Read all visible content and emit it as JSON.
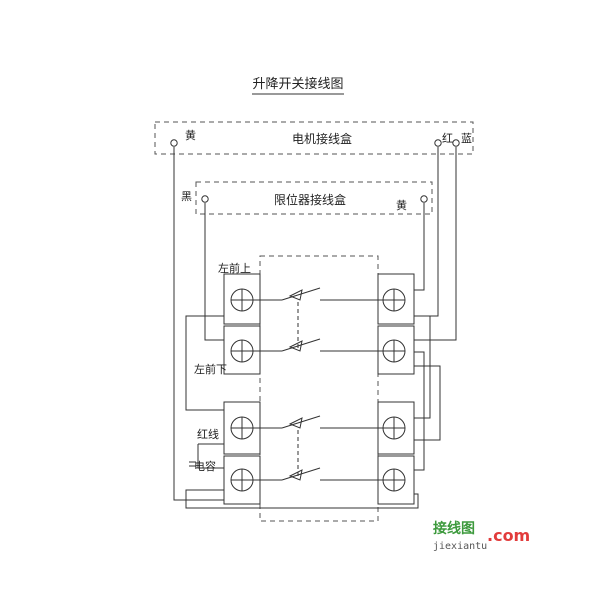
{
  "diagram": {
    "title": "升降开关接线图",
    "motor_box": {
      "label": "电机接线盒",
      "left_wire": "黄",
      "right_wire_1": "红",
      "right_wire_2": "蓝"
    },
    "limiter_box": {
      "label": "限位器接线盒",
      "left_wire": "黑",
      "right_wire": "黄"
    },
    "switch_labels": {
      "front_left_up": "左前上",
      "front_left_down": "左前下",
      "red_wire": "红线",
      "capacitor": "电容"
    }
  },
  "watermark": {
    "site_cn": "接线图",
    "site_com": ".com",
    "site_url": "jiexiantu"
  }
}
